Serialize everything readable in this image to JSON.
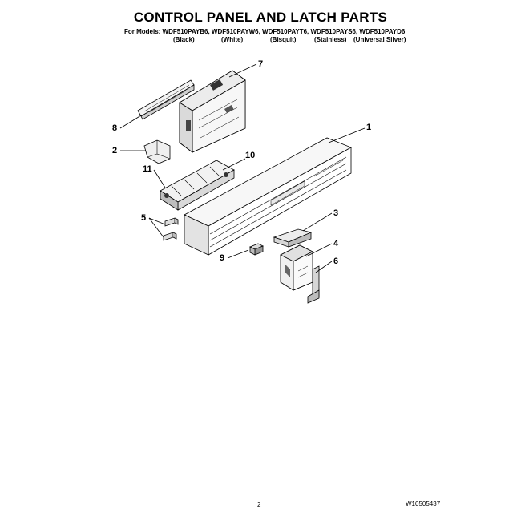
{
  "title": "CONTROL PANEL AND LATCH PARTS",
  "models_line": "For Models: WDF510PAYB6, WDF510PAYW6, WDF510PAYT6, WDF510PAYS6, WDF510PAYD6",
  "colors": [
    "(Black)",
    "(White)",
    "(Bisquit)",
    "(Stainless)",
    "(Universal Silver)"
  ],
  "callouts": [
    "1",
    "2",
    "3",
    "4",
    "5",
    "6",
    "7",
    "8",
    "9",
    "10",
    "11"
  ],
  "page_number": "2",
  "document_number": "W10505437"
}
